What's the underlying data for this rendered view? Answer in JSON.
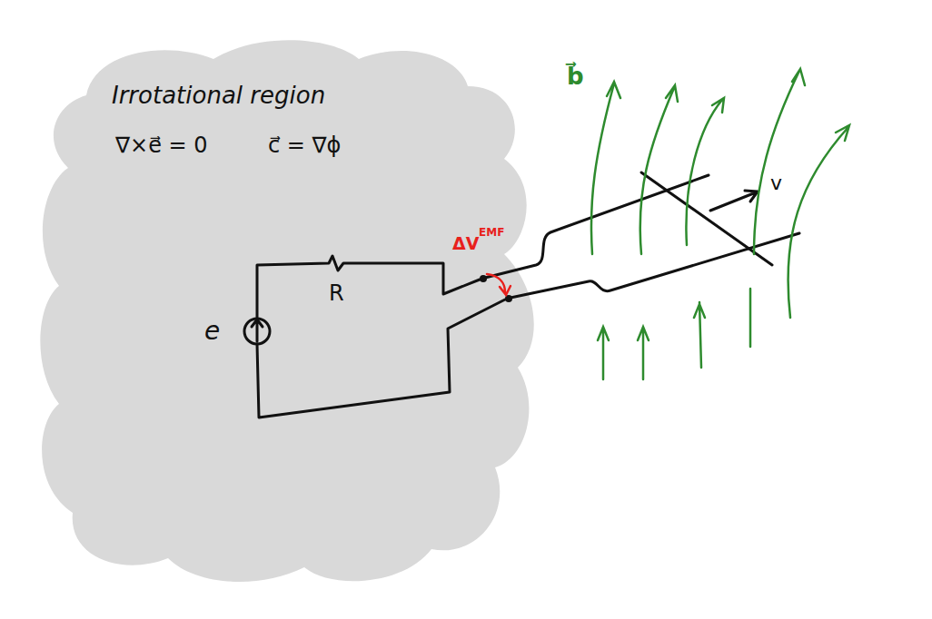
{
  "diagram": {
    "nodes": [
      {
        "text": [
          "Irrotational region",
          "∇×e⃗ = 0",
          "c⃗ = ∇ϕ"
        ]
      }
    ],
    "labels": [
      "R",
      "e",
      "ΔV",
      "EMF",
      "b⃗",
      "v"
    ]
  }
}
